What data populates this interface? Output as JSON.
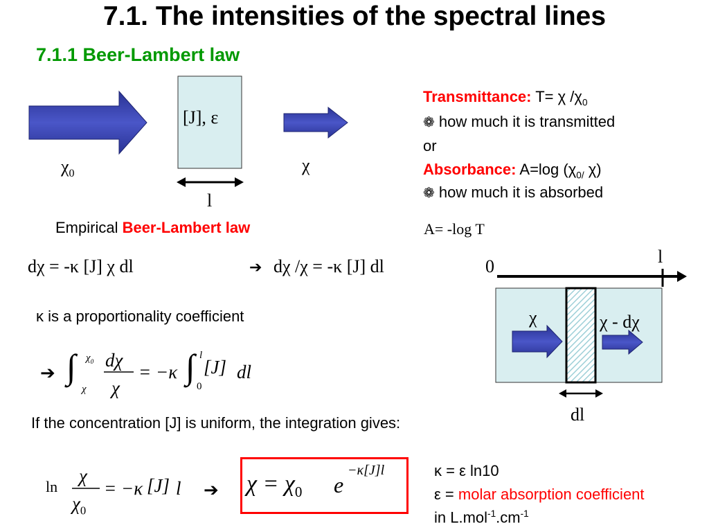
{
  "title": "7.1. The intensities of the spectral lines",
  "subtitle": "7.1.1 Beer-Lambert law",
  "fig1": {
    "cell_label": "[J], ε",
    "incident": "χ",
    "incident_sub": "0",
    "transmitted": "χ",
    "length": "l"
  },
  "definitions": {
    "transmittance_label": "Transmittance:",
    "transmittance_formula_a": "T= χ /χ",
    "transmittance_formula_sub": "0",
    "transmittance_desc": "how much it is transmitted",
    "or": "or",
    "absorbance_label": "Absorbance:",
    "absorbance_formula_a": "A=log (χ",
    "absorbance_formula_sub": "0/",
    "absorbance_formula_b": " χ)",
    "absorbance_desc": "how much it is absorbed",
    "bullet": "❁"
  },
  "empirical": {
    "prefix": "Empirical ",
    "law": "Beer-Lambert law"
  },
  "a_log_t": "A= -log T",
  "eq1": "dχ = -κ [J] χ dl",
  "arrow": "➔",
  "eq2": "dχ /χ = -κ [J] dl",
  "kappa_note": "κ is a proportionality coefficient",
  "integral": {
    "upper1": "χ",
    "upper1_sub": "0",
    "lower1": "χ",
    "numer": "dχ",
    "denom": "χ",
    "rhs_mid": "= −κ",
    "upper2": "l",
    "lower2": "0",
    "bracket": "J",
    "tail": "dl"
  },
  "fig2": {
    "zero": "0",
    "l": "l",
    "chi_in": "χ",
    "chi_out": "χ - dχ",
    "dl": "dl"
  },
  "uniform_text": "If the concentration [J] is uniform, the integration gives:",
  "ln_eq": {
    "ln": "ln",
    "numer": "χ",
    "denom": "χ",
    "denom_sub": "0",
    "rhs": "= −κ",
    "bracket": "J",
    "l": "l"
  },
  "boxed": {
    "lhs": "χ = χ",
    "lhs_sub": "0",
    "e": "e",
    "exp_a": "−κ",
    "exp_bracket": "J",
    "exp_l": "l"
  },
  "notes": {
    "line1": "κ = ε ln10",
    "line2_a": "ε = ",
    "line2_b": "molar absorption coefficient",
    "line3_a": "in L.mol",
    "line3_sup1": "-1",
    "line3_b": ".cm",
    "line3_sup2": "-1"
  },
  "colors": {
    "arrow_blue": "#2e3aa0",
    "cell_fill": "#d9eef0",
    "red": "#ff0000",
    "green": "#009900"
  }
}
